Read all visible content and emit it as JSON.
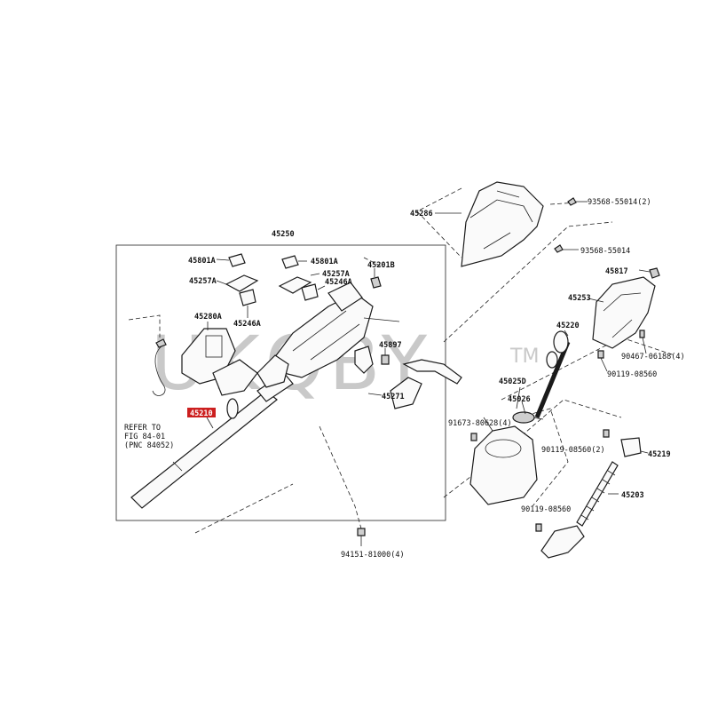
{
  "watermark": {
    "text": "UKQBY",
    "mark": "TM"
  },
  "labels": {
    "p45286": "45286",
    "p93568_55014_2": "93568-55014(2)",
    "p45250": "45250",
    "p93568_55014": "93568-55014",
    "p45801a_1": "45801A",
    "p45801a_2": "45801A",
    "p45257a_1": "45257A",
    "p45257a_2": "45257A",
    "p45201b": "45201B",
    "p45246a_1": "45246A",
    "p45246a_2": "45246A",
    "p45280a": "45280A",
    "p45897": "45897",
    "p45271": "45271",
    "p45210": "45210",
    "p45817": "45817",
    "p45253": "45253",
    "p90467": "90467-06188(4)",
    "p45220": "45220",
    "p90119_a": "90119-08560",
    "p45025d": "45025D",
    "p45026": "45026",
    "p91673": "91673-80628(4)",
    "p90119_2": "90119-08560(2)",
    "p45219": "45219",
    "p45203": "45203",
    "p90119_b": "90119-08560",
    "p94151": "94151-81000(4)"
  },
  "note": {
    "line1": "REFER TO",
    "line2": "FIG 84-01",
    "line3": "(PNC 84052)"
  },
  "highlight": {
    "part": "45210",
    "color": "#cc1f1f"
  }
}
